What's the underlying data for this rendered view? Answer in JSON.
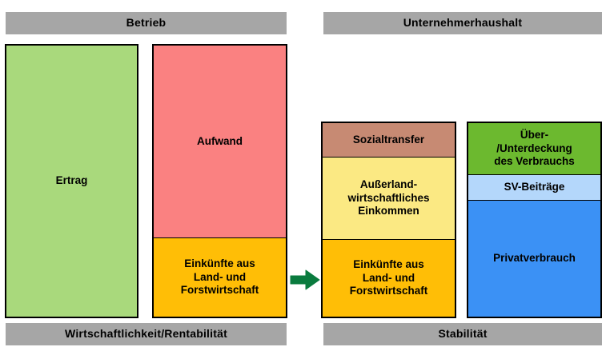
{
  "diagram": {
    "title_left": "Betrieb",
    "title_right": "Unternehmerhaushalt",
    "footer_left": "Wirtschaftlichkeit/Rentabilität",
    "footer_right": "Stabilität",
    "arrow_label": "flow-arrow-right",
    "colors": {
      "header_gray": "#a6a6a6",
      "ertrag_green": "#a9d97c",
      "aufwand_red": "#fa8181",
      "einkuenfte_orange": "#ffbe06",
      "sozialtransfer_brown": "#c78a73",
      "ausserland_yellow": "#fbe983",
      "ueberdeckung_green": "#6cb92f",
      "sv_lightblue": "#b4d7fb",
      "privatverbrauch_blue": "#3b91f5",
      "arrow_green": "#0a7b3e",
      "border_black": "#000000"
    }
  },
  "columns": {
    "col_ertrag": {
      "name": "Ertrag column",
      "boxes": [
        {
          "label": "Ertrag",
          "color": "#a9d97c"
        }
      ]
    },
    "col_aufwand": {
      "name": "Aufwand column",
      "boxes": [
        {
          "label": "Aufwand",
          "color": "#fa8181"
        },
        {
          "label": "Einkünfte aus\nLand- und\nForstwirtschaft",
          "color": "#ffbe06"
        }
      ]
    },
    "col_einkommen": {
      "name": "Einkommen column",
      "boxes": [
        {
          "label": "Sozialtransfer",
          "color": "#c78a73"
        },
        {
          "label": "Außerland-\nwirtschaftliches\nEinkommen",
          "color": "#fbe983"
        },
        {
          "label": "Einkünfte aus\nLand- und\nForstwirtschaft",
          "color": "#ffbe06"
        }
      ]
    },
    "col_verbrauch": {
      "name": "Verbrauch column",
      "boxes": [
        {
          "label": "Über-\n/Unterdeckung\ndes Verbrauchs",
          "color": "#6cb92f"
        },
        {
          "label": "SV-Beiträge",
          "color": "#b4d7fb"
        },
        {
          "label": "Privatverbrauch",
          "color": "#3b91f5"
        }
      ]
    }
  }
}
